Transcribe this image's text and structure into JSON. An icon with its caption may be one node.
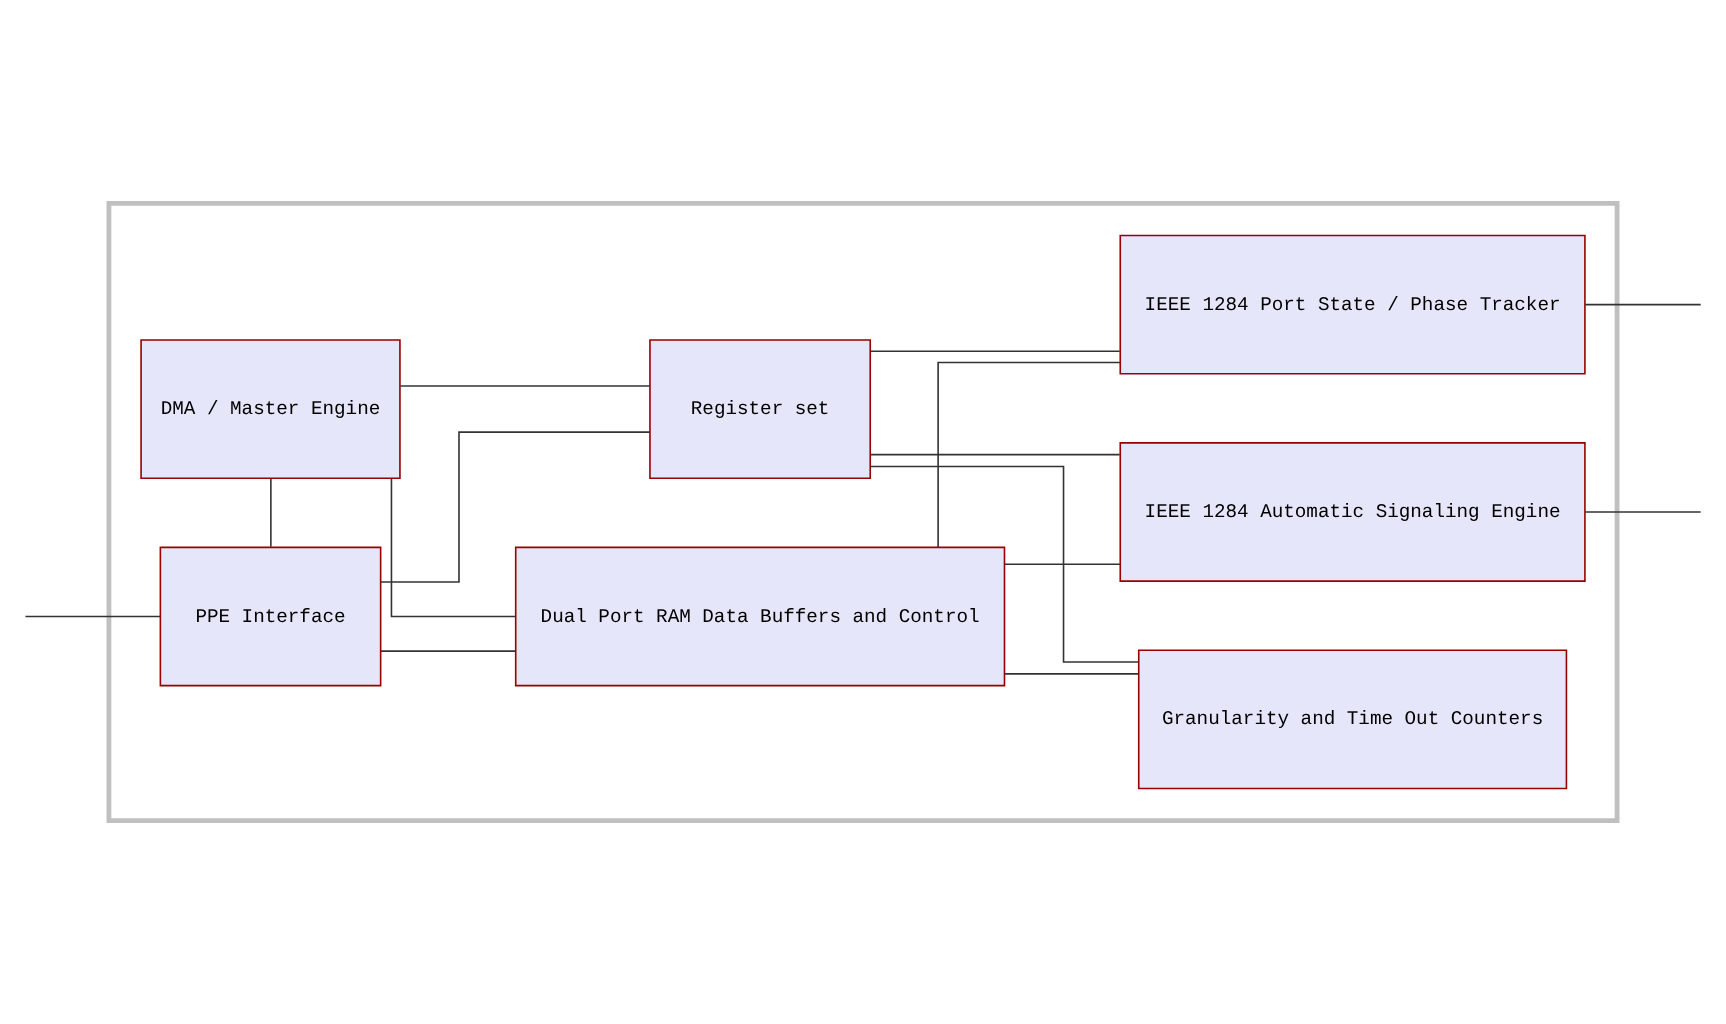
{
  "diagram": {
    "nodes": [
      {
        "text": [],
        "shape": "box"
      },
      {
        "text": [
          "PPE Interface"
        ],
        "in": 0
      },
      {
        "text": [
          "DMA / Master Engine"
        ],
        "in": 0
      },
      {
        "text": [
          "Dual Port RAM Data Buffers and Control"
        ],
        "in": 0
      },
      {
        "text": [
          "Register set"
        ],
        "in": 0
      },
      {
        "text": [
          "IEEE 1284 Port State / Phase Tracker"
        ],
        "in": 0
      },
      {
        "text": [
          "IEEE 1284 Automatic Signaling Engine"
        ],
        "in": 0
      },
      {
        "text": [
          "Granularity and Time Out Counters"
        ],
        "in": 0
      }
    ],
    "edges": [
      {
        "from": null,
        "to": 1,
        "arrow": "none"
      },
      {
        "from": 1,
        "to": 2,
        "arrow": "none"
      },
      {
        "from": 1,
        "to": 3,
        "arrow": "none"
      },
      {
        "from": 1,
        "to": 4,
        "arrow": "none"
      },
      {
        "from": 2,
        "to": 3,
        "arrow": "none"
      },
      {
        "from": 2,
        "to": 4,
        "arrow": "none"
      },
      {
        "from": 3,
        "to": 5,
        "arrow": "none"
      },
      {
        "from": 3,
        "to": 6,
        "arrow": "none"
      },
      {
        "from": 3,
        "to": 7,
        "arrow": "none"
      },
      {
        "from": 4,
        "to": 5,
        "arrow": "none"
      },
      {
        "from": 4,
        "to": 6,
        "arrow": "none"
      },
      {
        "from": 4,
        "to": 7,
        "arrow": "none"
      },
      {
        "from": 5,
        "to": null,
        "arrow": "none"
      },
      {
        "from": 6,
        "to": null,
        "arrow": "none"
      }
    ]
  }
}
